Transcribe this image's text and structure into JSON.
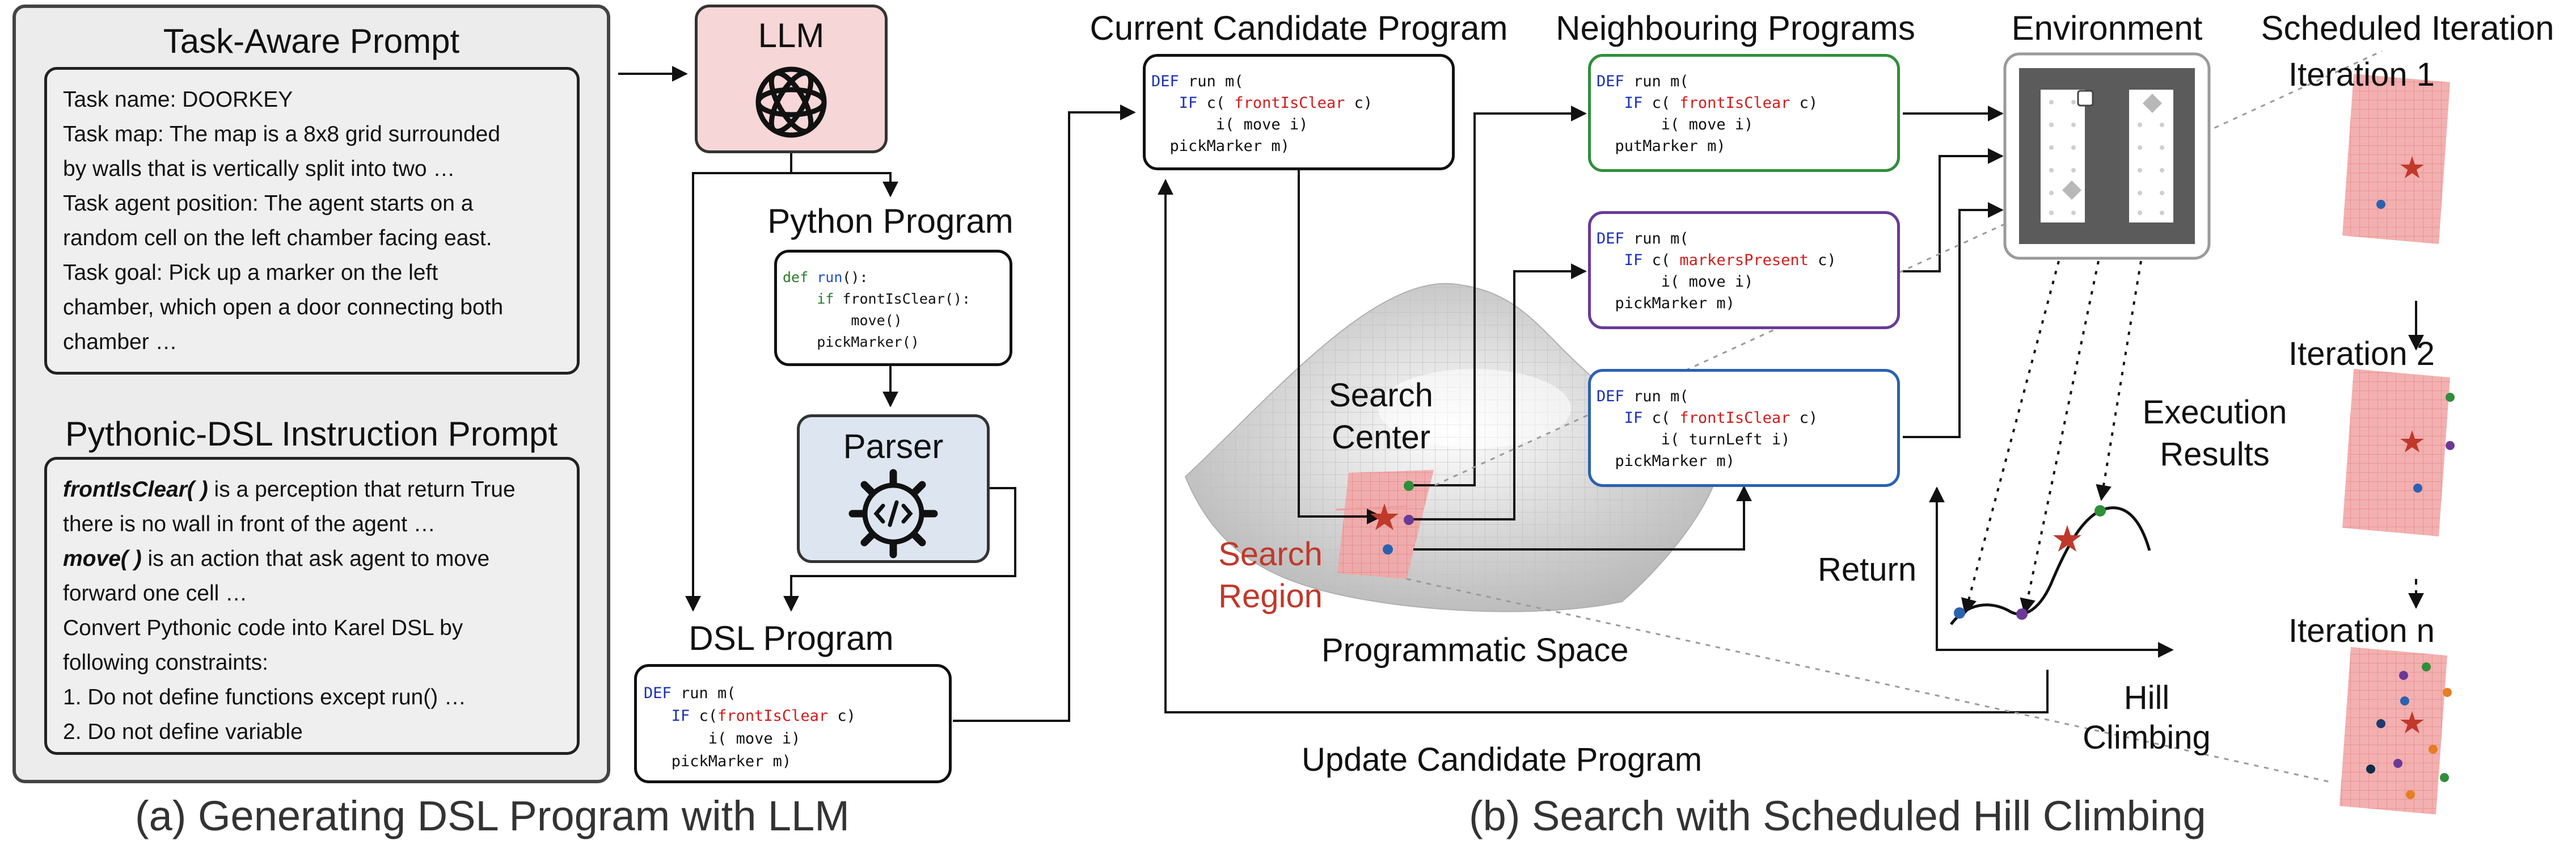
{
  "panel_a": {
    "task_prompt_title": "Task-Aware Prompt",
    "task_lines": [
      "Task name: DOORKEY",
      "Task map: The map is a 8x8 grid surrounded",
      "by walls that is vertically split into two …",
      "Task agent position: The agent starts on a",
      "random cell on the left chamber facing east.",
      "Task goal: Pick up a marker on the left",
      "chamber, which open a door connecting both",
      "chamber …"
    ],
    "dsl_prompt_title": "Pythonic-DSL Instruction Prompt",
    "dsl_lines": {
      "l1_bold": "frontIsClear( )",
      "l1_rest": " is a perception that return True",
      "l2": "there is no wall in front of the agent …",
      "l3_bold": "move( )",
      "l3_rest": " is an action that ask agent to move",
      "l4": "forward one cell …",
      "l5": "Convert Pythonic code into Karel DSL by",
      "l6": "following constraints:",
      "l7": "1.  Do not define functions except run() …",
      "l8": "2.  Do not define variable"
    },
    "llm_label": "LLM",
    "python_title": "Python Program",
    "python_code": {
      "l1_def": "def ",
      "l1_fn": "run",
      "l1_rest": "():",
      "l2_if": "if ",
      "l2_rest": "frontIsClear():",
      "l3": "move()",
      "l4": "pickMarker()"
    },
    "parser_label": "Parser",
    "dsl_title": "DSL Program",
    "dsl_code": {
      "l1_def": "DEF ",
      "l1_rest": "run m(",
      "l2_if": "IF ",
      "l2_c": "c(",
      "l2_pred": "frontIsClear",
      "l2_end": " c)",
      "l3": "i( move i)",
      "l4": "pickMarker m)"
    },
    "caption": "(a) Generating DSL Program with LLM"
  },
  "panel_b": {
    "current_title": "Current Candidate Program",
    "neighbour_title": "Neighbouring Programs",
    "environment_title": "Environment",
    "schedule_title": "Scheduled Iteration",
    "programs": [
      {
        "pred": "frontIsClear",
        "body": "i( move i)",
        "last": "putMarker m)"
      },
      {
        "pred": "markersPresent",
        "body": "i( move i)",
        "last": "pickMarker m)"
      },
      {
        "pred": "frontIsClear",
        "body": "i( turnLeft i)",
        "last": "pickMarker m)"
      }
    ],
    "current_program": {
      "pred": "frontIsClear",
      "body": "i( move i)",
      "last": "pickMarker m)"
    },
    "code_def": "DEF ",
    "code_head": "run m(",
    "code_if": "IF ",
    "code_c": "c( ",
    "code_cend": " c)",
    "search_center": [
      "Search",
      "Center"
    ],
    "search_region": [
      "Search",
      "Region"
    ],
    "programmatic_space": "Programmatic Space",
    "execution_results": [
      "Execution",
      "Results"
    ],
    "return_label": "Return",
    "hill_climbing": [
      "Hill",
      "Climbing"
    ],
    "update_label": "Update Candidate Program",
    "iterations": [
      "Iteration 1",
      "Iteration 2",
      "Iteration n"
    ],
    "caption": "(b) Search with Scheduled Hill Climbing"
  },
  "colors": {
    "llm_fill": "#f6d6d6",
    "parser_fill": "#dde6f0",
    "green_border": "#2f8f3a",
    "purple_border": "#6a3a96",
    "blue_border": "#2a62b0",
    "search_region_text": "#c0392b",
    "region_fill": "#f2a7a7"
  }
}
